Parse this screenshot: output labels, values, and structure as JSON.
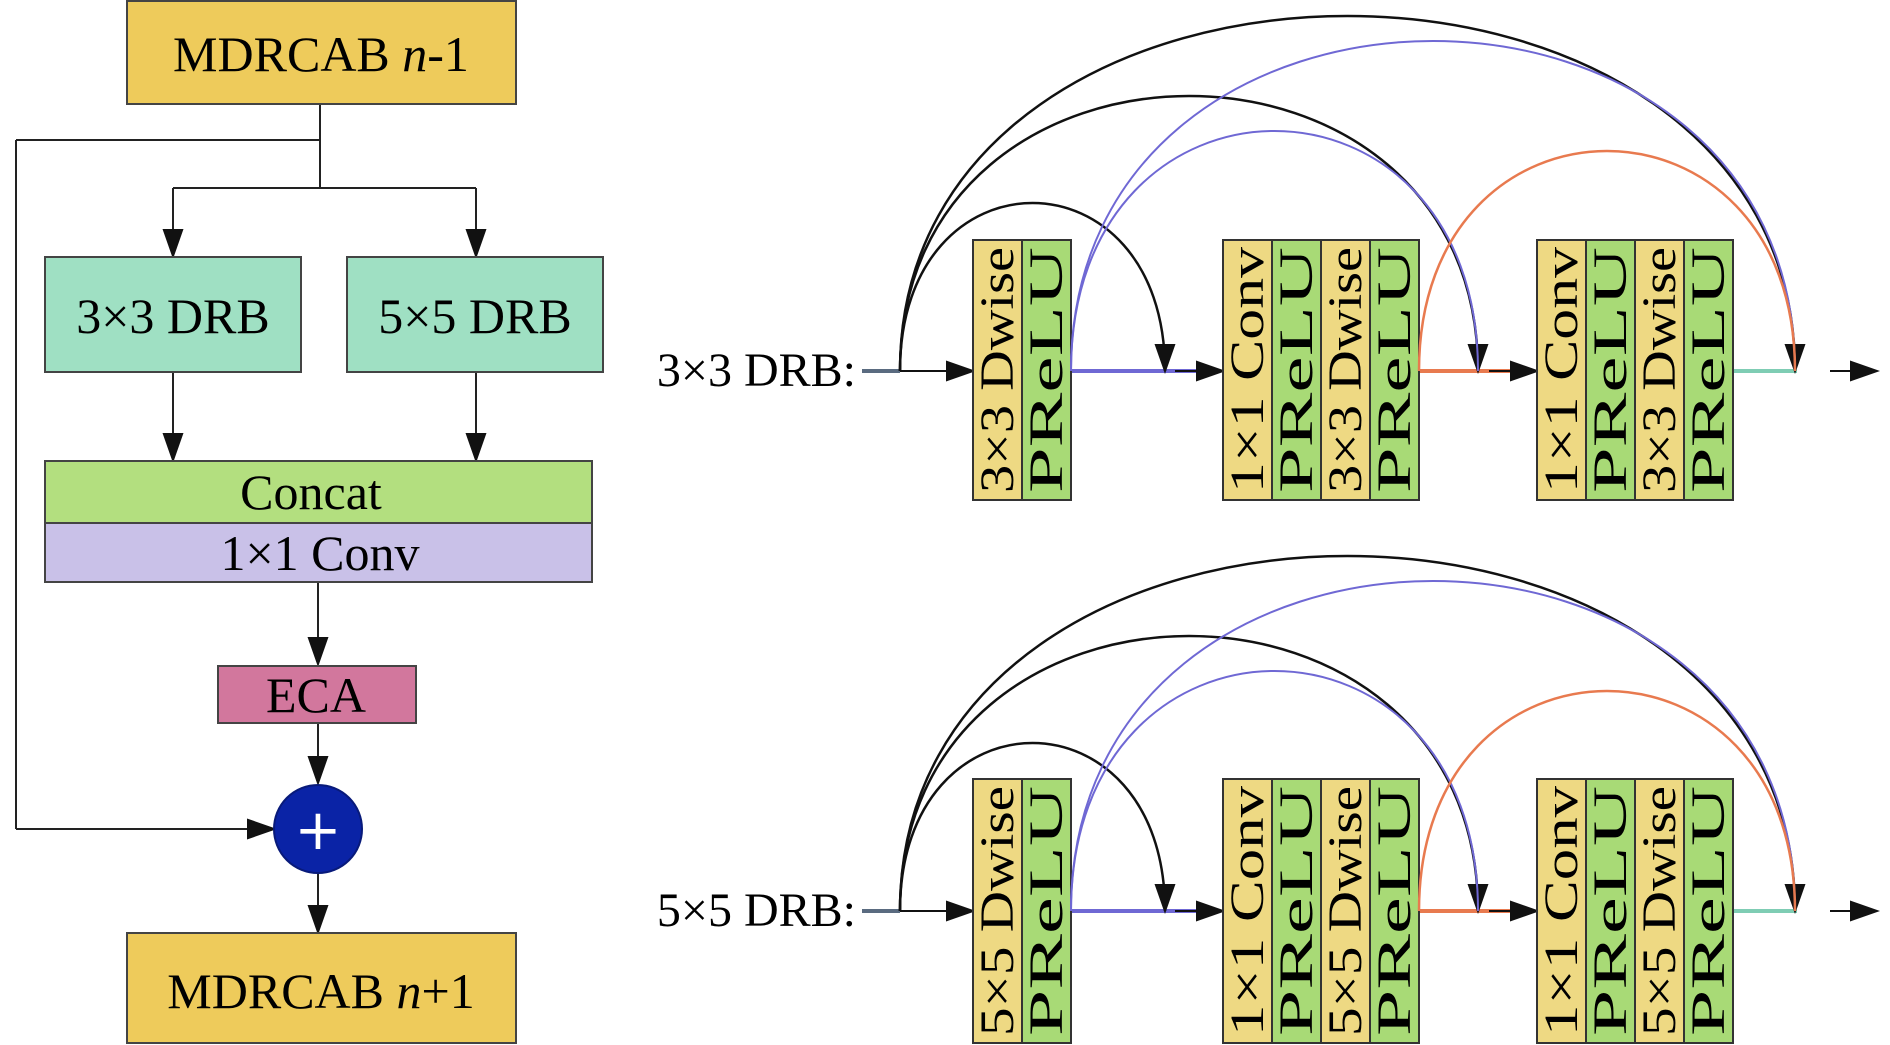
{
  "mdrcab_block": {
    "top_label": {
      "main": "MDRCAB ",
      "italic": "n",
      "tail": "-1"
    },
    "bottom_label": {
      "main": "MDRCAB ",
      "italic": "n",
      "tail": "+1"
    },
    "drb3_label": "3×3 DRB",
    "drb5_label": "5×5 DRB",
    "concat_label": "Concat",
    "conv_label": "1×1 Conv",
    "eca_label": "ECA",
    "add_symbol": "+"
  },
  "drb_rows": [
    {
      "row_label": "3×3 DRB:",
      "groups": [
        {
          "strips": [
            "3×3 Dwise",
            "PReLU"
          ]
        },
        {
          "strips": [
            "1×1 Conv",
            "PReLU",
            "3×3 Dwise",
            "PReLU"
          ]
        },
        {
          "strips": [
            "1×1 Conv",
            "PReLU",
            "3×3 Dwise",
            "PReLU"
          ]
        }
      ]
    },
    {
      "row_label": "5×5 DRB:",
      "groups": [
        {
          "strips": [
            "5×5 Dwise",
            "PReLU"
          ]
        },
        {
          "strips": [
            "1×1 Conv",
            "PReLU",
            "5×5 Dwise",
            "PReLU"
          ]
        },
        {
          "strips": [
            "1×1 Conv",
            "PReLU",
            "5×5 Dwise",
            "PReLU"
          ]
        }
      ]
    }
  ],
  "colors": {
    "mdrcab": "#eecb5b",
    "drb": "#9fe0c3",
    "concat": "#b3df7f",
    "conv": "#c9c1e8",
    "eca": "#d2779d",
    "add": "#0a23a6",
    "dwise_strip": "#eed983",
    "prelu_strip": "#a8da76",
    "skip_black": "#111111",
    "skip_blue": "#6f68d4",
    "skip_orange": "#e87a4f",
    "out_teal": "#7fcdb4"
  }
}
